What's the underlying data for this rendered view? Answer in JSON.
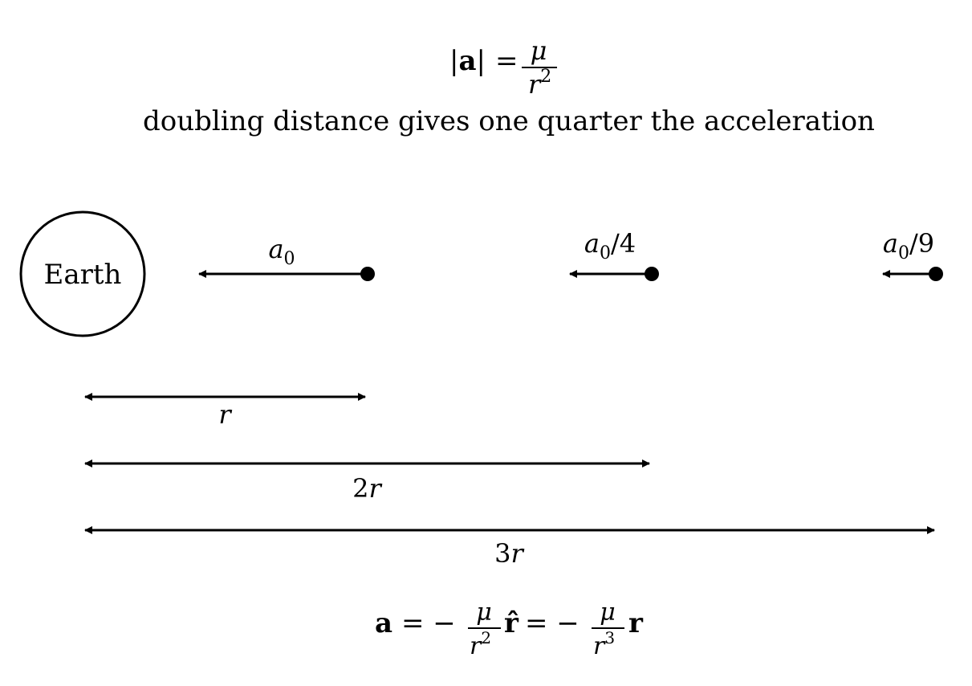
{
  "formula_top": {
    "lhs": "|a|",
    "equals": "=",
    "numerator": "μ",
    "denominator_base": "r",
    "denominator_exp": "2"
  },
  "caption": "doubling distance gives one quarter the acceleration",
  "earth_label": "Earth",
  "accelerations": [
    {
      "base": "a",
      "sub": "0",
      "suffix": ""
    },
    {
      "base": "a",
      "sub": "0",
      "suffix": "/4"
    },
    {
      "base": "a",
      "sub": "0",
      "suffix": "/9"
    }
  ],
  "distances": [
    {
      "coef": "",
      "var": "r"
    },
    {
      "coef": "2",
      "var": "r"
    },
    {
      "coef": "3",
      "var": "r"
    }
  ],
  "formula_bottom": {
    "lhs": "a",
    "eq1": "= −",
    "num1": "μ",
    "den1_base": "r",
    "den1_exp": "2",
    "unit_vec": "r̂",
    "eq2": "= −",
    "num2": "μ",
    "den2_base": "r",
    "den2_exp": "3",
    "vec": "r"
  }
}
